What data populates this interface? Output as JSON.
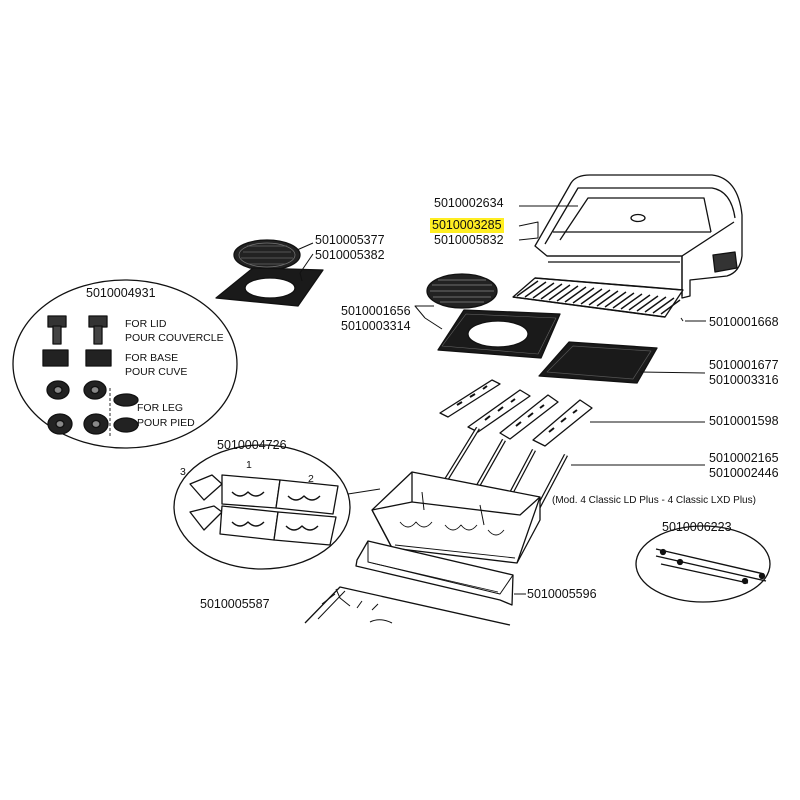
{
  "highlight_color": "#ffee22",
  "labels": {
    "lid_top": "5010002634",
    "lid_highlight": "5010003285",
    "lid_alt": "5010005832",
    "small_round_grid": "5010005377",
    "small_round_grid_alt": "5010005382",
    "feet_kit": "5010004931",
    "for_lid": "FOR LID",
    "pour_couvercle": "POUR COUVERCLE",
    "for_base": "FOR BASE",
    "pour_cuve": "POUR CUVE",
    "for_leg": "FOR LEG",
    "pour_pied": "POUR PIED",
    "round_insert": "5010001656",
    "round_insert_alt": "5010003314",
    "warming_rack": "5010001668",
    "plancha": "5010001677",
    "plancha_alt": "5010003316",
    "flavorizer": "5010001598",
    "burners": "5010002165",
    "burners_alt": "5010002446",
    "model_note": "(Mod. 4 Classic LD Plus - 4 Classic LXD Plus)",
    "bowl_detail": "5010004726",
    "bowl_num_1": "1",
    "bowl_num_2": "2",
    "bowl_num_3": "3",
    "cables": "5010006223",
    "front_panel": "5010005596",
    "frame": "5010005587"
  }
}
